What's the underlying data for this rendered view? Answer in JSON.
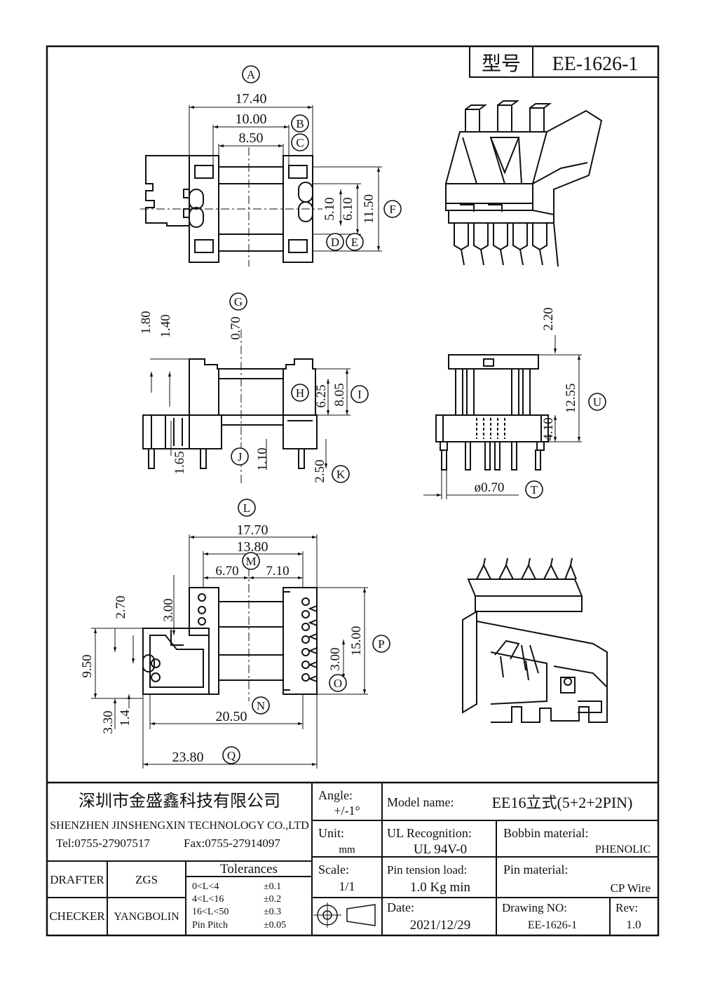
{
  "header": {
    "model_label": "型号",
    "model_value": "EE-1626-1"
  },
  "dimensions": {
    "a": "17.40",
    "b": "10.00",
    "c": "8.50",
    "d": "5.10",
    "e": "6.10",
    "f": "11.50",
    "g": "0.70",
    "h": "6.25",
    "i": "8.05",
    "j": "1.10",
    "k": "2.50",
    "top_left_1": "1.80",
    "top_left_2": "1.40",
    "left_pin": "1.65",
    "side_top": "2.20",
    "side_total": "12.55",
    "side_low": "4.10",
    "pin_dia": "ø0.70",
    "l": "17.70",
    "m_left": "6.70",
    "m_right": "7.10",
    "m_total": "13.80",
    "n": "20.50",
    "o": "3.00",
    "p": "15.00",
    "q": "23.80",
    "bl_a": "2.70",
    "bl_b": "3.00",
    "bl_c": "9.50",
    "bl_d": "1.4",
    "bl_e": "3.30"
  },
  "callouts": [
    "A",
    "B",
    "C",
    "D",
    "E",
    "F",
    "G",
    "H",
    "I",
    "J",
    "K",
    "T",
    "U",
    "L",
    "M",
    "N",
    "O",
    "P",
    "Q"
  ],
  "title_block": {
    "company_cn": "深圳市金盛鑫科技有限公司",
    "company_en": "SHENZHEN JINSHENGXIN TECHNOLOGY CO.,LTD",
    "tel": "Tel:0755-27907517",
    "fax": "Fax:0755-27914097",
    "angle_label": "Angle:",
    "angle_value": "+/-1°",
    "model_name_label": "Model name:",
    "model_name_value": "EE16立式(5+2+2PIN)",
    "unit_label": "Unit:",
    "unit_value": "mm",
    "ul_label": "UL Recognition:",
    "ul_value": "UL 94V-0",
    "bobbin_label": "Bobbin material:",
    "bobbin_value": "PHENOLIC",
    "drafter_label": "DRAFTER",
    "drafter_value": "ZGS",
    "tolerances_label": "Tolerances",
    "tolerances": [
      {
        "range": "0<L<4",
        "value": "±0.1"
      },
      {
        "range": "4<L<16",
        "value": "±0.2"
      },
      {
        "range": "16<L<50",
        "value": "±0.3"
      },
      {
        "range": "Pin Pitch",
        "value": "±0.05"
      }
    ],
    "scale_label": "Scale:",
    "scale_value": "1/1",
    "pin_tension_label": "Pin tension load:",
    "pin_tension_value": "1.0 Kg min",
    "pin_material_label": "Pin material:",
    "pin_material_value": "CP Wire",
    "checker_label": "CHECKER",
    "checker_value": "YANGBOLIN",
    "date_label": "Date:",
    "date_value": "2021/12/29",
    "drawing_no_label": "Drawing NO:",
    "drawing_no_value": "EE-1626-1",
    "rev_label": "Rev:",
    "rev_value": "1.0"
  }
}
